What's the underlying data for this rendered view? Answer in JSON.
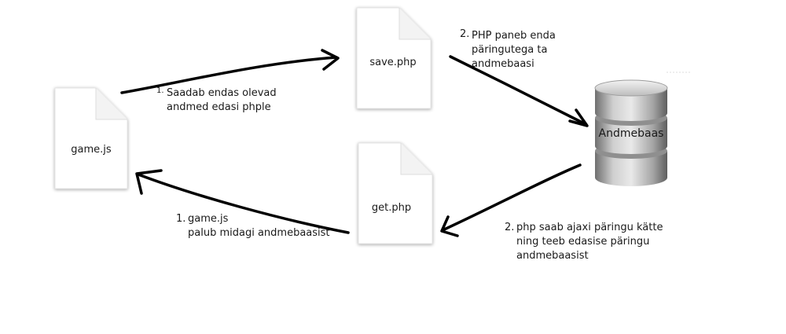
{
  "nodes": {
    "game_js": {
      "label": "game.js"
    },
    "save_php": {
      "label": "save.php"
    },
    "get_php": {
      "label": "get.php"
    },
    "database": {
      "label": "Andmebaas"
    }
  },
  "edges": {
    "game_to_save": {
      "number": "1.",
      "text": "Saadab endas olevad\nandmed edasi phple"
    },
    "save_to_db": {
      "number": "2.",
      "text": "PHP paneb enda\npäringutega ta\nandmebaasi"
    },
    "db_to_get": {
      "number": "2.",
      "text": "php saab ajaxi päringu kätte\nning teeb edasise päringu\nandmebaasist"
    },
    "get_to_game": {
      "number": "1.",
      "text": "game.js\npalub midagi andmebaasist"
    }
  },
  "colors": {
    "arrow": "#000000",
    "file_fill": "#ffffff",
    "file_shadow": "#cfcfcf",
    "db_fill": "#9a9a9a"
  },
  "icons": {
    "file": "document-icon",
    "database": "database-cylinder-icon"
  }
}
